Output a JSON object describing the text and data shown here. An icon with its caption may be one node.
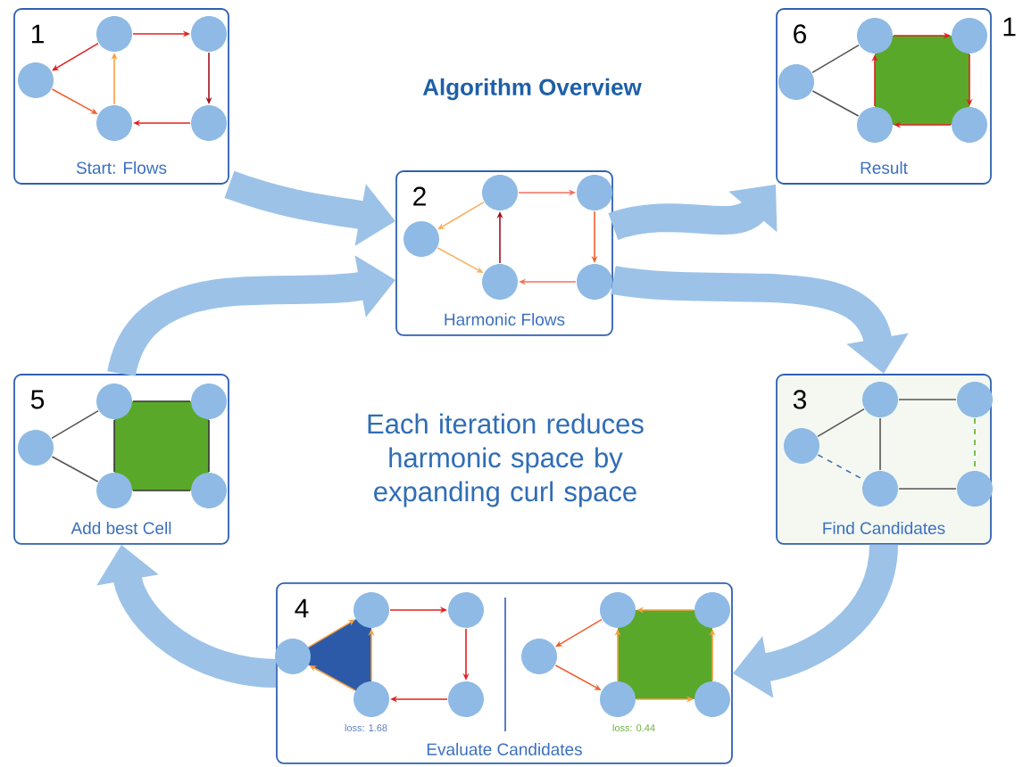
{
  "diagram": {
    "title": "Algorithm Overview",
    "nodes": [
      {
        "text": [
          "1",
          "Start: Flows"
        ]
      },
      {
        "text": [
          "2",
          "Harmonic Flows"
        ]
      },
      {
        "text": [
          "3",
          "Find Candidates"
        ]
      },
      {
        "text": [
          "4",
          "loss: 1.68",
          "loss: 0.44",
          "Evaluate Candidates"
        ]
      },
      {
        "text": [
          "5",
          "Add best Cell"
        ]
      },
      {
        "text": [
          "6",
          "Result"
        ]
      }
    ],
    "edges": [
      {
        "from": 0,
        "to": 1,
        "arrow": "to"
      },
      {
        "from": 4,
        "to": 1,
        "arrow": "to"
      },
      {
        "from": 1,
        "to": 2,
        "arrow": "to"
      },
      {
        "from": 2,
        "to": 3,
        "arrow": "to"
      },
      {
        "from": 3,
        "to": 4,
        "arrow": "to"
      },
      {
        "from": 1,
        "to": 5,
        "arrow": "to"
      }
    ],
    "labels": [
      "Each iteration reduces harmonic space by expanding curl space",
      "1"
    ]
  }
}
